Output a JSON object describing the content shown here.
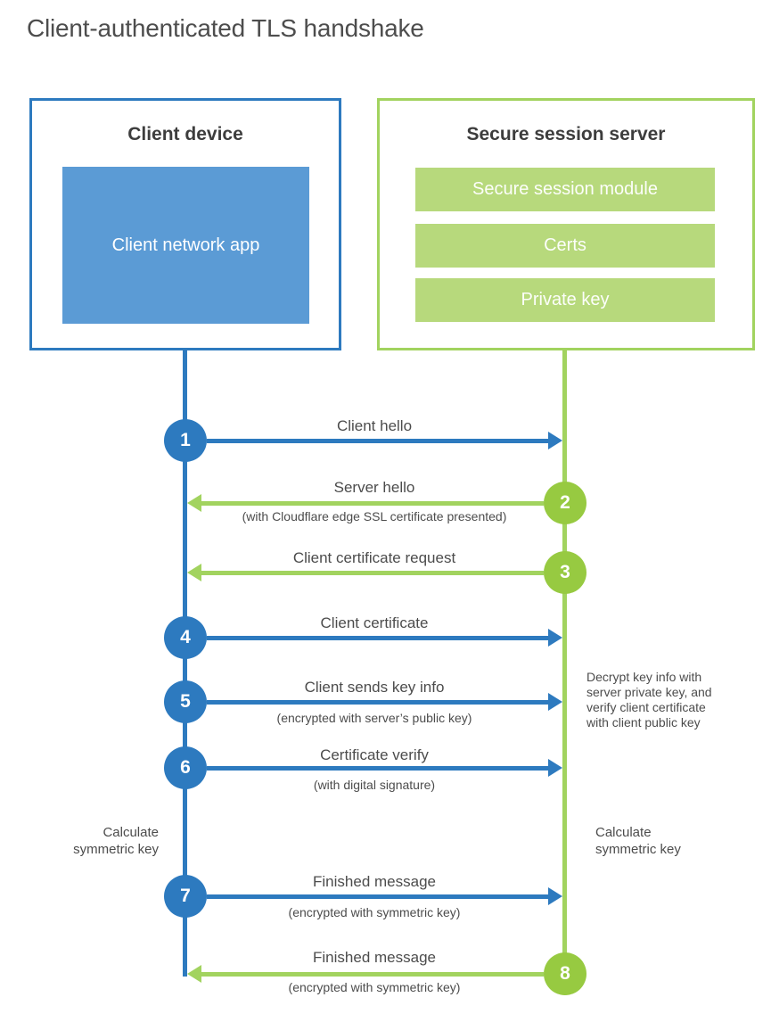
{
  "title": "Client-authenticated TLS handshake",
  "client_box": {
    "title": "Client device",
    "app": "Client network app"
  },
  "server_box": {
    "title": "Secure session server",
    "modules": [
      "Secure session module",
      "Certs",
      "Private key"
    ]
  },
  "steps": [
    {
      "num": "1",
      "label": "Client hello",
      "sub": "",
      "from": "client",
      "to": "server"
    },
    {
      "num": "2",
      "label": "Server hello",
      "sub": "(with Cloudflare edge SSL certificate presented)",
      "from": "server",
      "to": "client"
    },
    {
      "num": "3",
      "label": "Client certificate request",
      "sub": "",
      "from": "server",
      "to": "client"
    },
    {
      "num": "4",
      "label": "Client certificate",
      "sub": "",
      "from": "client",
      "to": "server"
    },
    {
      "num": "5",
      "label": "Client sends key info",
      "sub": "(encrypted with server’s public key)",
      "from": "client",
      "to": "server"
    },
    {
      "num": "6",
      "label": "Certificate verify",
      "sub": "(with digital signature)",
      "from": "client",
      "to": "server"
    },
    {
      "num": "7",
      "label": "Finished message",
      "sub": "(encrypted with symmetric key)",
      "from": "client",
      "to": "server"
    },
    {
      "num": "8",
      "label": "Finished message",
      "sub": "(encrypted with symmetric key)",
      "from": "server",
      "to": "client"
    }
  ],
  "annotations": {
    "calc_left": "Calculate symmetric key",
    "calc_right": "Calculate symmetric key",
    "decrypt_note_lines": [
      "Decrypt key info with",
      "server private key, and",
      "verify client certificate",
      "with client public key"
    ]
  },
  "colors": {
    "blue": "#2d7abf",
    "blue_fill": "#5b9bd5",
    "green_line": "#a2d35f",
    "green_circle": "#97ca41",
    "green_fill": "#b7d97c"
  }
}
